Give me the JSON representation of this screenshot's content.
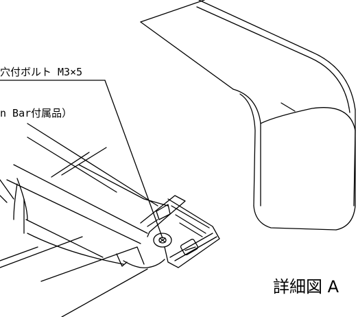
{
  "callout": {
    "line1": "穴付ボルト M3×5",
    "line2": "n Bar付属品）"
  },
  "detail_label": "詳細図 A"
}
